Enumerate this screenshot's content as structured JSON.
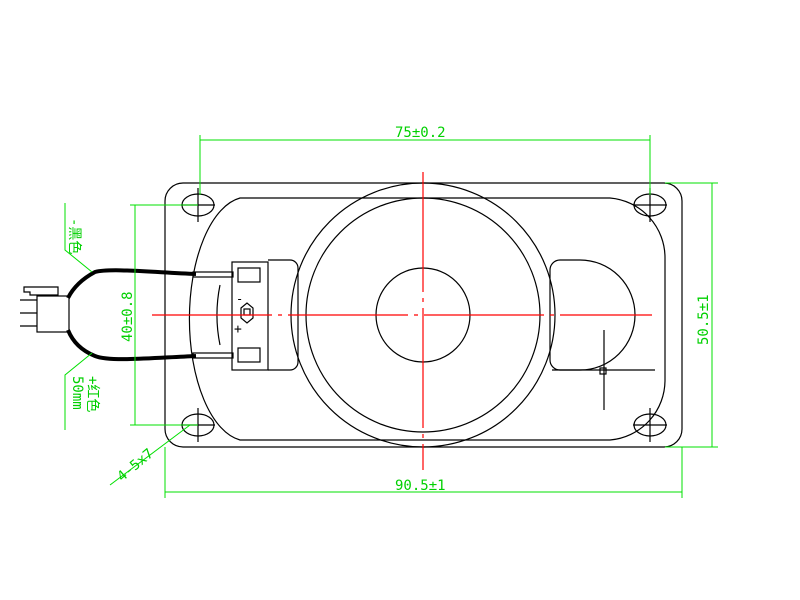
{
  "drawing": {
    "title_dims": {
      "width_holes": "75±0.2",
      "width_overall": "90.5±1",
      "height_overall": "50.5±1",
      "height_holes": "40±0.8",
      "holes": "4-5x7"
    },
    "wires": {
      "negative": "-黑色",
      "positive": "+红色",
      "length": "50mm"
    },
    "terminal_marks": {
      "minus": "-",
      "plus": "+"
    },
    "colors": {
      "outline": "#000000",
      "dimension": "#00e000",
      "centerline": "#ff0000"
    }
  }
}
